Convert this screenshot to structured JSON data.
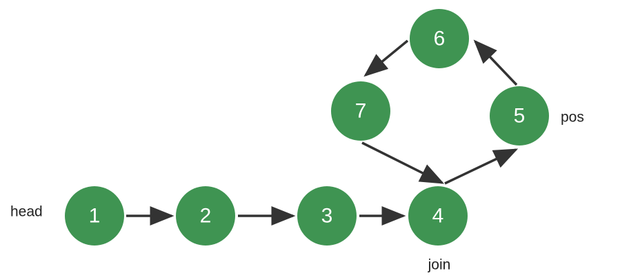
{
  "colors": {
    "node_fill": "#3f9452",
    "edge": "#333333",
    "node_text": "#ffffff",
    "label_text": "#222222"
  },
  "nodes": [
    {
      "id": "1",
      "label": "1"
    },
    {
      "id": "2",
      "label": "2"
    },
    {
      "id": "3",
      "label": "3"
    },
    {
      "id": "4",
      "label": "4"
    },
    {
      "id": "5",
      "label": "5"
    },
    {
      "id": "6",
      "label": "6"
    },
    {
      "id": "7",
      "label": "7"
    }
  ],
  "edges": [
    {
      "from": "1",
      "to": "2"
    },
    {
      "from": "2",
      "to": "3"
    },
    {
      "from": "3",
      "to": "4"
    },
    {
      "from": "4",
      "to": "5"
    },
    {
      "from": "5",
      "to": "6"
    },
    {
      "from": "6",
      "to": "7"
    },
    {
      "from": "7",
      "to": "4"
    }
  ],
  "labels": {
    "head": "head",
    "pos": "pos",
    "join": "join"
  }
}
